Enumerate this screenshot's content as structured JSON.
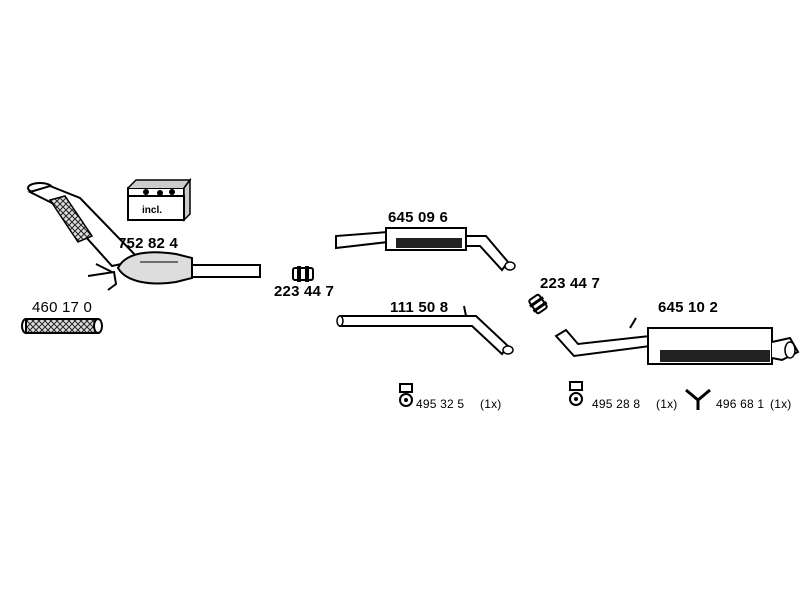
{
  "parts": {
    "catalytic_converter": {
      "number": "752 82 4"
    },
    "mounting_kit": {
      "badge": "incl."
    },
    "flex_pipe": {
      "number": "460 17 0"
    },
    "clamp_front": {
      "number": "223 44 7"
    },
    "middle_silencer": {
      "number": "645 09 6"
    },
    "intermediate_pipe": {
      "number": "111 50 8"
    },
    "clamp_rear": {
      "number": "223 44 7"
    },
    "rear_silencer": {
      "number": "645 10 2"
    },
    "rubber_mount_1": {
      "number": "495 32 5",
      "qty": "(1x)"
    },
    "rubber_mount_2": {
      "number": "495 28 8",
      "qty": "(1x)"
    },
    "hanger_v": {
      "number": "496 68 1",
      "qty": "(1x)"
    }
  },
  "colors": {
    "line": "#000000",
    "fill_dark": "#222222",
    "fill_gray": "#cccccc"
  }
}
